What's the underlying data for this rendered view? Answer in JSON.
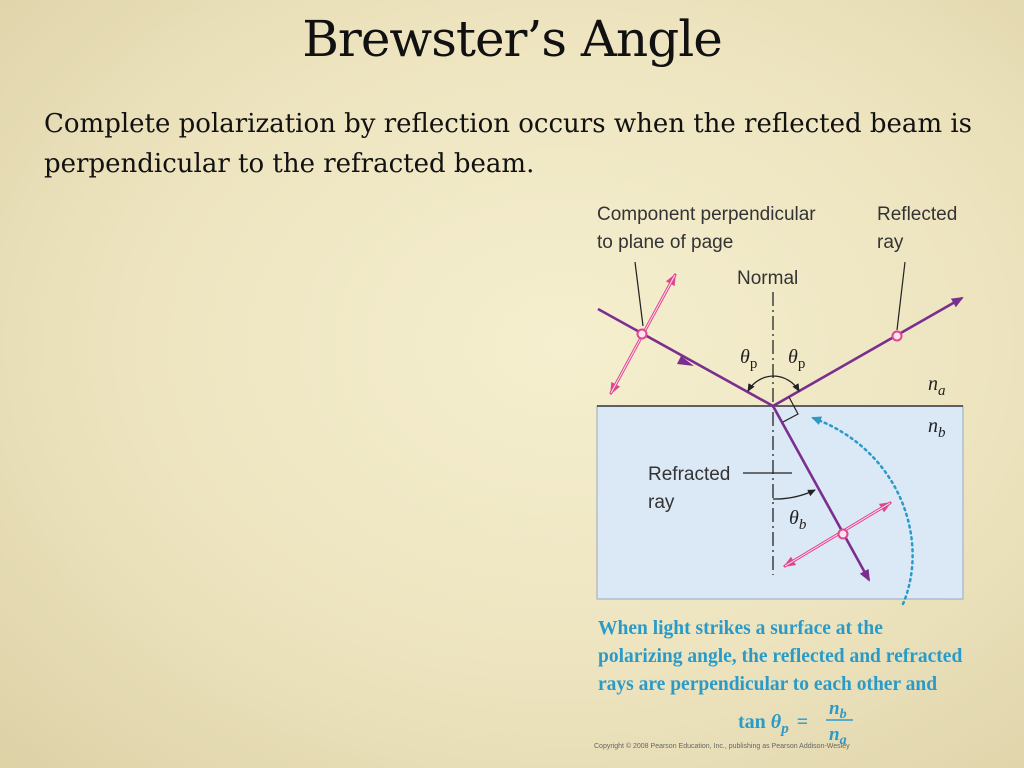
{
  "slide": {
    "title": "Brewster’s Angle",
    "body_lines": [
      "Complete polarization by reflection occurs when the reflected beam is",
      "perpendicular to the refracted beam."
    ]
  },
  "diagram": {
    "label_component_line1": "Component perpendicular",
    "label_component_line2": "to plane of page",
    "label_reflected_line1": "Reflected",
    "label_reflected_line2": "ray",
    "label_normal": "Normal",
    "label_theta": "θ",
    "label_sub_p": "p",
    "label_sub_b": "b",
    "label_n": "n",
    "label_sub_a": "a",
    "label_refracted_line1": "Refracted",
    "label_refracted_line2": "ray",
    "colors": {
      "ray": "#7a2f8f",
      "polarization_arrow": "#e0468f",
      "medium_b": "#dbe8f6",
      "caption": "#2a9bc8"
    }
  },
  "caption": {
    "lines": [
      "When light strikes a surface at the",
      "polarizing angle, the reflected and refracted",
      "rays are perpendicular to each other and"
    ],
    "formula_prefix": "tan ",
    "formula_theta": "θ",
    "formula_sub": "p",
    "formula_eq": "=",
    "formula_num": "n",
    "formula_num_sub": "b",
    "formula_den": "n",
    "formula_den_sub": "a"
  },
  "copyright": "Copyright © 2008 Pearson Education, Inc., publishing as Pearson Addison-Wesley"
}
